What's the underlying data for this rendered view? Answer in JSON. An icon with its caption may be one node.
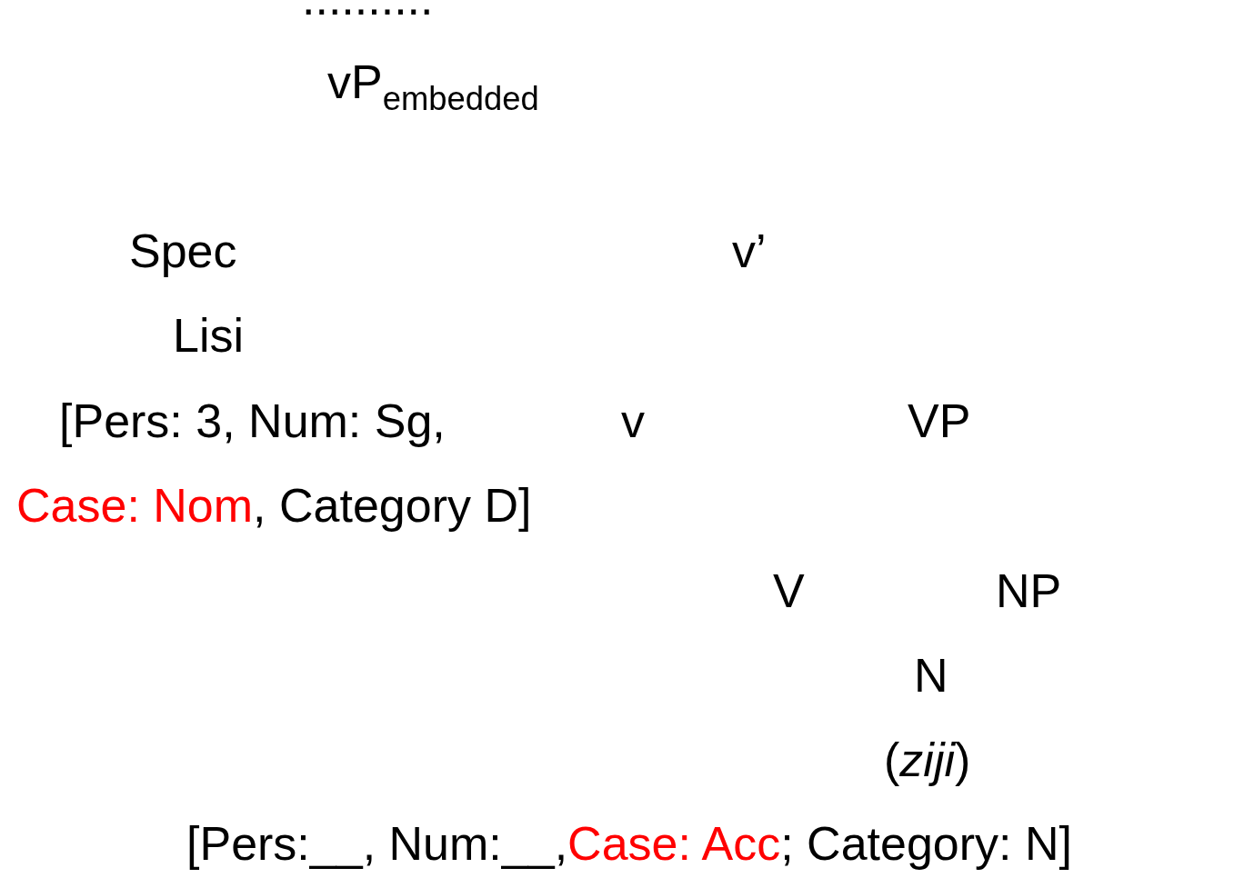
{
  "diagram": {
    "labels": [
      "..........",
      "vP$_{embedded}$",
      "Spec",
      "v’",
      "Lisi",
      "[Pers: 3, Num: Sg,",
      "v",
      "VP",
      "Case: Nom",
      ", Category D]",
      "V",
      "NP",
      "N",
      "(*ziji*)",
      "[Pers:__, Num:__,",
      "Case: Acc",
      "; Category: N]"
    ]
  }
}
